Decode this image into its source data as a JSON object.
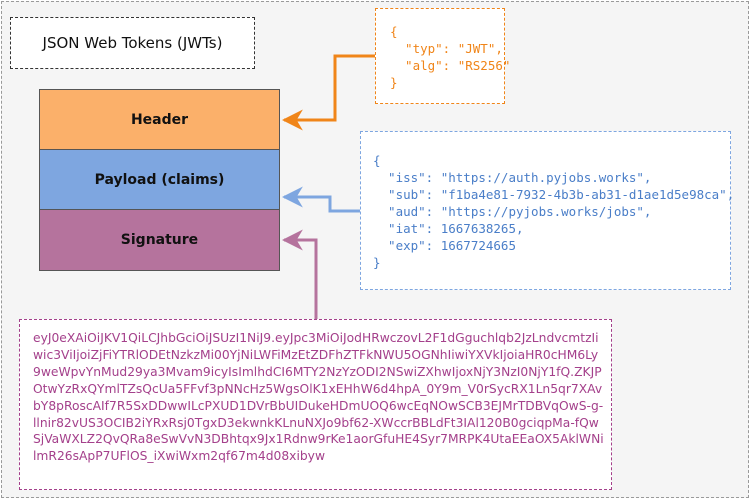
{
  "title": "JSON Web Tokens (JWTs)",
  "sections": {
    "header": "Header",
    "payload": "Payload (claims)",
    "signature": "Signature"
  },
  "header_json": "{\n  \"typ\": \"JWT\",\n  \"alg\": \"RS256\"\n}",
  "payload_json": "{\n  \"iss\": \"https://auth.pyjobs.works\",\n  \"sub\": \"f1ba4e81-7932-4b3b-ab31-d1ae1d5e98ca\",\n  \"aud\": \"https://pyjobs.works/jobs\",\n  \"iat\": 1667638265,\n  \"exp\": 1667724665\n}",
  "token": "eyJ0eXAiOiJKV1QiLCJhbGciOiJSUzI1NiJ9.eyJpc3MiOiJodHRwczovL2F1dGguchlqb2JzLndvcmtzIiwic3ViIjoiZjFiYTRlODEtNzkzMi00YjNiLWFiMzEtZDFhZTFkNWU5OGNhIiwiYXVkIjoiaHR0cHM6Ly9weWpvYnMud29ya3Mvam9icyIsImlhdCI6MTY2NzYzODI2NSwiZXhwIjoxNjY3NzI0NjY1fQ.ZKJPOtwYzRxQYmlTZsQcUa5FFvf3pNNcHz5WgsOlK1xEHhW6d4hpA_0Y9m_V0rSycRX1Ln5qr7XAvbY8pRoscAIf7R5SxDDwwILcPXUD1DVrBbUIDukeHDmUOQ6wcEqNOwSCB3EJMrTDBVqOwS-g-llnir82vUS3OCIB2iYRxRsj0TgxD3ekwnkKLnuNXJo9bf62-XWccrBBLdFt3IAl120B0gciqpMa-fQwSjVaWXLZ2QvQRa8eSwVvN3DBhtqx9Jx1Rdnw9rKe1aorGfuHE4Syr7MRPK4UtaEEaOX5AklWNilmR26sApP7UFlOS_iXwiWxm2qf67m4d08xibyw",
  "colors": {
    "header": "#fbb06a",
    "payload": "#7ea6e0",
    "signature": "#b5739d",
    "header_arrow": "#f08519",
    "payload_arrow": "#7ea6e0",
    "signature_arrow": "#b5739d"
  }
}
